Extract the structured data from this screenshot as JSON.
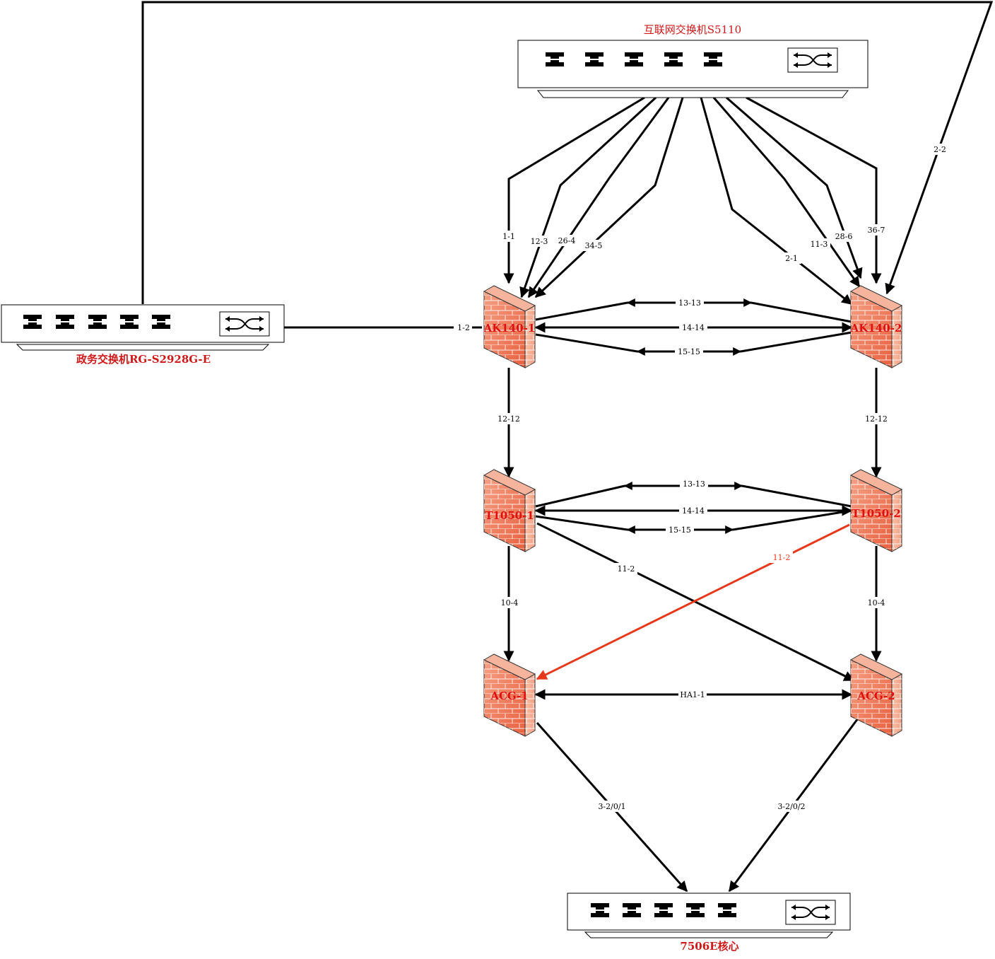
{
  "switches": {
    "internet": {
      "label": "互联网交换机S5110"
    },
    "gov": {
      "label": "政务交换机RG-S2928G-E"
    },
    "core": {
      "label": "7506E核心"
    }
  },
  "firewalls": {
    "ak1": {
      "label": "AK140-1"
    },
    "ak2": {
      "label": "AK140-2"
    },
    "t1": {
      "label": "T1050-1"
    },
    "t2": {
      "label": "T1050-2"
    },
    "acg1": {
      "label": "ACG-1"
    },
    "acg2": {
      "label": "ACG-2"
    }
  },
  "links": {
    "inet_ak1_1": "1-1",
    "inet_ak1_2": "12-3",
    "inet_ak1_3": "26-4",
    "inet_ak1_4": "34-5",
    "inet_ak2_1": "2-1",
    "inet_ak2_2": "11-3",
    "inet_ak2_3": "28-6",
    "inet_ak2_4": "36-7",
    "gov_ak2": "2-2",
    "gov_ak1": "1-2",
    "ak_13": "13-13",
    "ak_14": "14-14",
    "ak_15": "15-15",
    "ak1_t1": "12-12",
    "ak2_t2": "12-12",
    "t_13": "13-13",
    "t_14": "14-14",
    "t_15": "15-15",
    "t1_acg2": "11-2",
    "t2_acg1": "11-2",
    "t1_acg1": "10-4",
    "t2_acg2": "10-4",
    "acg_ha": "HA1-1",
    "acg1_core": "3-2/0/1",
    "acg2_core": "3-2/0/2"
  },
  "colors": {
    "line": "#000000",
    "highlight": "#e8381a",
    "device_label": "#e01010",
    "firewall": "#f0826a"
  }
}
